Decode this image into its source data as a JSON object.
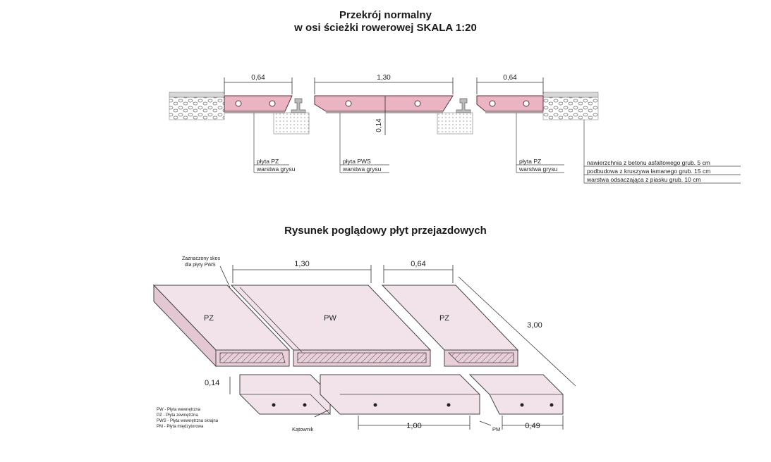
{
  "section_title_line1": "Przekrój normalny",
  "section_title_line2": "w osi ścieżki rowerowej SKALA 1:20",
  "perspective_title": "Rysunek poglądowy płyt przejazdowych",
  "cross_section": {
    "dim_left": "0,64",
    "dim_middle": "1,30",
    "dim_right": "0,64",
    "dim_height": "0,14",
    "labels_left": [
      "płyta PZ",
      "warstwa grysu"
    ],
    "labels_middle": [
      "płyta PWS",
      "warstwa grysu"
    ],
    "labels_right": [
      "płyta PZ",
      "warstwa grysu"
    ],
    "layers": [
      "nawierzchnia z betonu asfaltowego grub. 5 cm",
      "podbudowa z kruszywa łamanego grub. 15 cm",
      "warstwa odsaczająca z piasku grub. 10 cm"
    ]
  },
  "perspective": {
    "skos_label": [
      "Zaznaczony skos",
      "dla płyty PWS"
    ],
    "dim_130": "1,30",
    "dim_064": "0,64",
    "dim_300": "3,00",
    "dim_014": "0,14",
    "dim_100": "1,00",
    "dim_049": "0,49",
    "label_pz_left": "PZ",
    "label_pw": "PW",
    "label_pz_right": "PZ",
    "katownik": "Kątownik",
    "pm": "PM",
    "legend": [
      "PW - Płyta wewnętrzna",
      "PZ - Płyta zewnętrzna",
      "PWS - Płyta wewnętrzna skrajna",
      "PM - Płyta międzytorowa"
    ]
  },
  "colors": {
    "slab_fill": "#eab4c2",
    "slab_stroke": "#5a3040",
    "plate_face": "#e8cfd9",
    "plate_top": "#f2e3ea"
  }
}
